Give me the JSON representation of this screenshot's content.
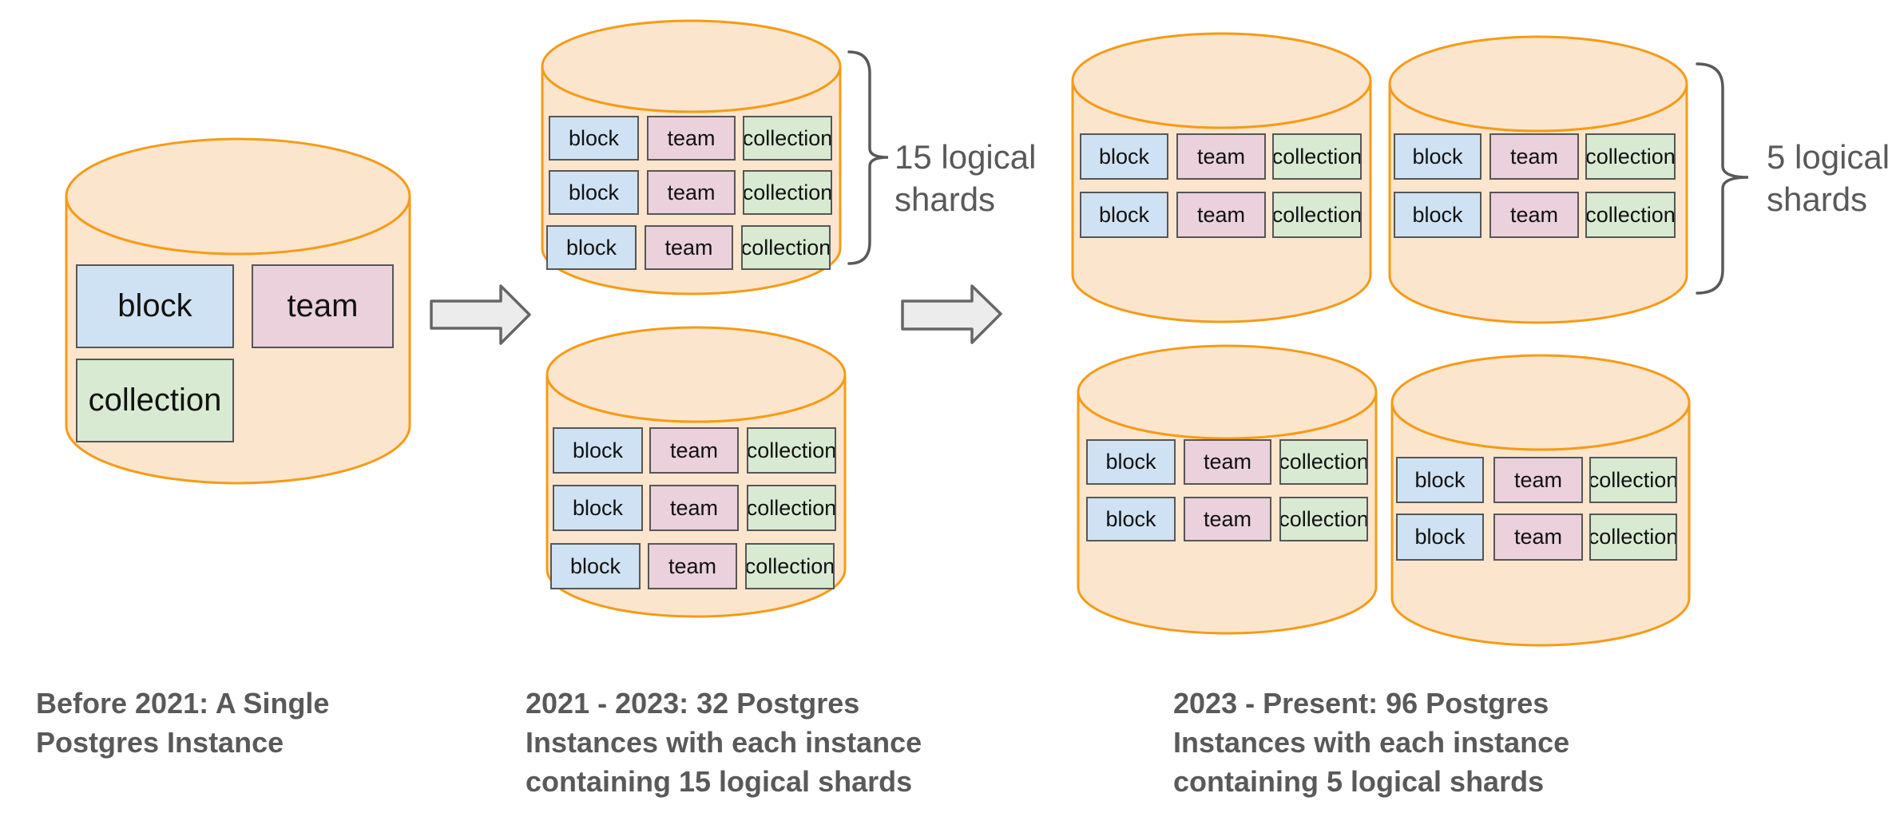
{
  "stages": [
    {
      "name": "before-2021",
      "caption_lines": [
        "Before 2021: A Single",
        "Postgres Instance"
      ]
    },
    {
      "name": "2021-2023",
      "caption_lines": [
        "2021 - 2023: 32 Postgres",
        "Instances with each instance",
        "containing 15 logical shards"
      ],
      "shard_annotation_lines": [
        "15 logical",
        "shards"
      ]
    },
    {
      "name": "2023-present",
      "caption_lines": [
        "2023 - Present: 96 Postgres",
        "Instances with each instance",
        "containing 5 logical shards"
      ],
      "shard_annotation_lines": [
        "5 logical",
        "shards"
      ]
    }
  ],
  "table_labels": {
    "block": "block",
    "team": "team",
    "collection": "collection"
  },
  "colors": {
    "cylinder_fill": "#fce5cd",
    "cylinder_stroke": "#f59b17",
    "block_fill": "#cfe2f3",
    "team_fill": "#ead1dc",
    "collection_fill": "#d9ead3",
    "box_border": "#565656",
    "arrow_fill": "#ececec",
    "arrow_stroke": "#666666",
    "text_gray": "#595959"
  }
}
